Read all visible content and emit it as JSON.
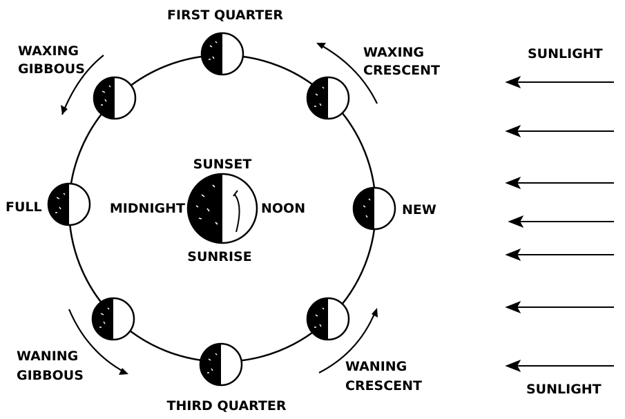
{
  "colors": {
    "ink": "#000000",
    "paper": "#ffffff"
  },
  "labels": {
    "first_quarter": "FIRST QUARTER",
    "third_quarter": "THIRD QUARTER",
    "waxing_gibbous_1": "WAXING",
    "waxing_gibbous_2": "GIBBOUS",
    "waxing_crescent_1": "WAXING",
    "waxing_crescent_2": "CRESCENT",
    "waning_gibbous_1": "WANING",
    "waning_gibbous_2": "GIBBOUS",
    "waning_crescent_1": "WANING",
    "waning_crescent_2": "CRESCENT",
    "full": "FULL",
    "new": "NEW",
    "sunset": "SUNSET",
    "sunrise": "SUNRISE",
    "midnight": "MIDNIGHT",
    "noon": "NOON",
    "sunlight_top": "SUNLIGHT",
    "sunlight_bottom": "SUNLIGHT"
  },
  "icons": {
    "moon": "half-lit-moon-icon",
    "earth": "earth-icon",
    "arrow": "sunlight-arrow-icon"
  }
}
